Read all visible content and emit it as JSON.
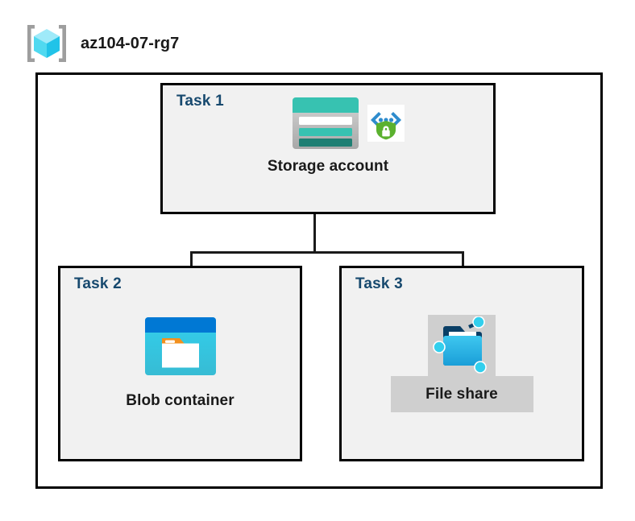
{
  "resource_group": {
    "name": "az104-07-rg7",
    "icon": "resource-group-cube-icon"
  },
  "diagram": {
    "type": "architecture-hierarchy",
    "container_label": "az104-07-rg7",
    "tasks": [
      {
        "id": "task-1",
        "label": "Task 1",
        "node_caption": "Storage account",
        "icons": [
          "storage-account-icon",
          "secure-endpoint-shield-icon"
        ]
      },
      {
        "id": "task-2",
        "label": "Task 2",
        "node_caption": "Blob container",
        "icons": [
          "blob-container-icon"
        ]
      },
      {
        "id": "task-3",
        "label": "Task 3",
        "node_caption": "File share",
        "icons": [
          "file-share-icon"
        ]
      }
    ],
    "connections": [
      {
        "from": "Storage account",
        "to": "Blob container"
      },
      {
        "from": "Storage account",
        "to": "File share"
      }
    ]
  },
  "colors": {
    "task_label": "#17496E",
    "caption_text": "#1A1A1A",
    "box_border": "#000000",
    "box_fill": "#F1F1F1",
    "page_background": "#FFFFFF",
    "connector": "#1A1A1A",
    "storage_teal": "#37C2B1",
    "storage_teal_dark": "#1E7F73",
    "blob_blue": "#0078D4",
    "blob_cyan": "#32CFED",
    "blob_orange": "#F2901E",
    "shield_green": "#5BB12F",
    "cube_cyan": "#32CFED",
    "bracket_gray": "#9E9E9E",
    "fileshare_backdrop": "#CFCFCF"
  }
}
